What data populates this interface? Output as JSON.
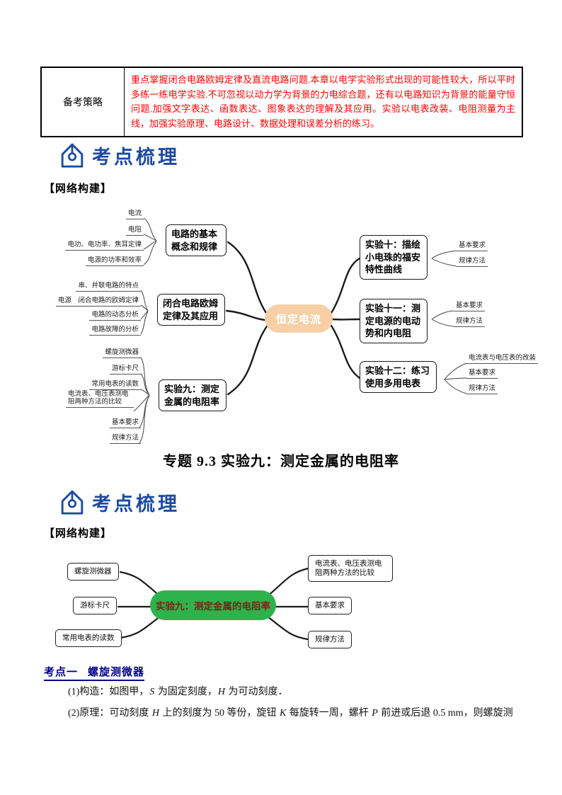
{
  "strategy_table": {
    "header": "备考策略",
    "content": "重点掌握闭合电路欧姆定律及直流电路问题.本章以电学实验形式出现的可能性较大，所以平时多练一练电学实验.不可忽视以动力学为背景的力电综合题，还有以电路知识为背景的能量守恒问题.加强文字表达、函数表达、图象表达的理解及其应用。实验以电表改装、电阻测量为主线，加强实验原理、电路设计、数据处理和误差分析的练习。"
  },
  "section1": {
    "title": "考点梳理",
    "icon": "pen-nib-icon",
    "network_label": "【网络构建】"
  },
  "section2": {
    "title": "考点梳理",
    "icon": "pen-nib-icon",
    "network_label": "【网络构建】"
  },
  "page_title": "专题 9.3 实验九：测定金属的电阻率",
  "mindmap1": {
    "center": {
      "label": "恒定电流"
    },
    "left_branches": [
      {
        "label": "电路的基本概念和规律",
        "leaves": [
          "电流",
          "电阻",
          "电功、电功率、焦耳定律",
          "电源的功率和效率"
        ]
      },
      {
        "label": "闭合电路欧姆定律及其应用",
        "leaves": [
          "串、并联电路的特点",
          "电源　闭合电路的欧姆定律",
          "电路的动态分析",
          "电路故障的分析"
        ]
      },
      {
        "label": "实验九：测定金属的电阻率",
        "leaves": [
          "螺旋测微器",
          "游标卡尺",
          "常用电表的读数",
          "电流表、电压表测电阻两种方法的比较",
          "基本要求",
          "规律方法"
        ]
      }
    ],
    "right_branches": [
      {
        "label": "实验十：描绘小电珠的福安特性曲线",
        "leaves": [
          "基本要求",
          "规律方法"
        ]
      },
      {
        "label": "实验十一：测定电源的电动势和内电阻",
        "leaves": [
          "基本要求",
          "规律方法"
        ]
      },
      {
        "label": "实验十二：练习使用多用电表",
        "leaves": [
          "电流表与电压表的改装",
          "基本要求",
          "规律方法"
        ]
      }
    ]
  },
  "mindmap2": {
    "center": {
      "label": "实验九：测定金属的电阻率"
    },
    "left_nodes": [
      "螺旋测微器",
      "游标卡尺",
      "常用电表的读数"
    ],
    "right_nodes": [
      "电流表、电压表测电阻两种方法的比较",
      "基本要求",
      "规律方法"
    ]
  },
  "key_point": {
    "label": "考点一",
    "title": "螺旋测微器"
  },
  "paragraphs": {
    "p1": {
      "segments": [
        {
          "t": "(1)构造：如图甲，"
        },
        {
          "t": "S",
          "i": true
        },
        {
          "t": " 为固定刻度，"
        },
        {
          "t": "H",
          "i": true
        },
        {
          "t": " 为可动刻度．"
        }
      ]
    },
    "p2": {
      "segments": [
        {
          "t": "(2)原理：可动刻度 "
        },
        {
          "t": "H",
          "i": true
        },
        {
          "t": " 上的刻度为 50 等份，旋钮 "
        },
        {
          "t": "K",
          "i": true
        },
        {
          "t": " 每旋转一周，螺杆 "
        },
        {
          "t": "P",
          "i": true
        },
        {
          "t": " 前进或后退 0.5 mm，则螺旋测"
        }
      ]
    }
  },
  "colors": {
    "accent_blue": "#1c4ba3",
    "keypoint_navy": "#000088",
    "table_text_red": "#ff0000",
    "mindmap1_center_bg": "#f8cfa6",
    "mindmap1_center_text": "#ffffff",
    "mindmap2_center_bg": "#2eb34c",
    "mindmap2_center_text": "#6e2a16"
  }
}
